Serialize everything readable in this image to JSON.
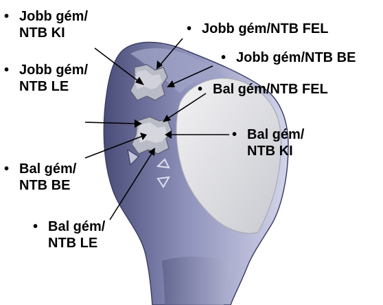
{
  "figure": {
    "colors": {
      "body_dark": "#4a4d78",
      "body_mid": "#8f92bb",
      "body_light": "#d3d5ea",
      "face_light": "#f2f2f4",
      "face_mid": "#c9cad0",
      "button": "#b9bbc6",
      "leader": "#000000"
    }
  },
  "callouts": {
    "right_boom_out": {
      "bullet": "•",
      "line1": "Jobb gém/",
      "line2": "NTB KI"
    },
    "right_boom_up": {
      "bullet": "•",
      "line1": "Jobb gém/NTB FEL"
    },
    "right_boom_in": {
      "bullet": "•",
      "line1": "Jobb gém/NTB BE"
    },
    "right_boom_down": {
      "bullet": "•",
      "line1": "Jobb gém/",
      "line2": "NTB LE"
    },
    "left_boom_up": {
      "bullet": "•",
      "line1": "Bal gém/NTB FEL"
    },
    "left_boom_out": {
      "bullet": "•",
      "line1": "Bal gém/",
      "line2": "NTB KI"
    },
    "left_boom_in": {
      "bullet": "•",
      "line1": "Bal gém/",
      "line2": "NTB BE"
    },
    "left_boom_down": {
      "bullet": "•",
      "line1": "Bal gém/",
      "line2": "NTB LE"
    }
  }
}
